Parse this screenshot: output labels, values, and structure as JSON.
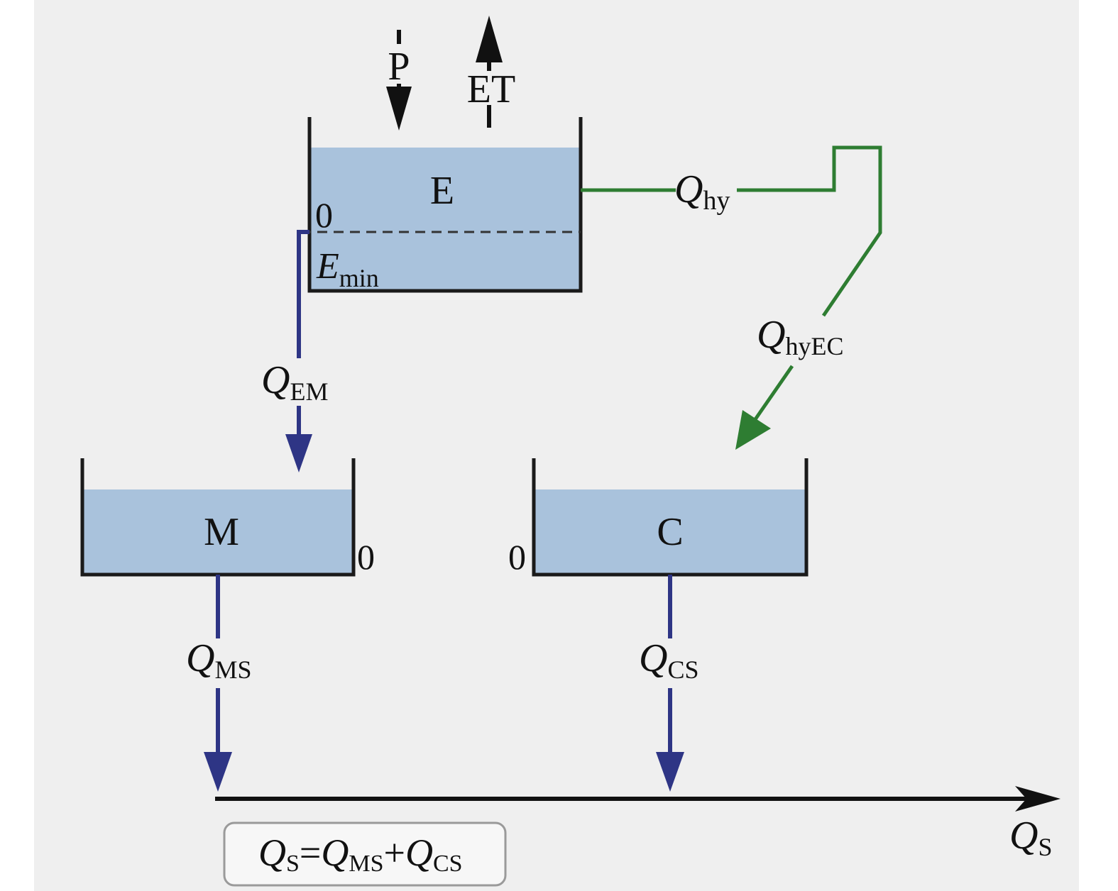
{
  "colors": {
    "background": "#efefef",
    "water": "#a9c2dc",
    "wall": "#1a1a1a",
    "blue_flow": "#2e3585",
    "green_flow": "#2e7d32",
    "black_flow": "#111111"
  },
  "reservoirs": {
    "E": {
      "name": "E",
      "zero": "0",
      "min_var": "E",
      "min_sub": "min"
    },
    "M": {
      "name": "M",
      "zero": "0"
    },
    "C": {
      "name": "C",
      "zero": "0"
    }
  },
  "inputs": {
    "precipitation": "P",
    "evapotranspiration": "ET"
  },
  "flows": {
    "hy": {
      "var": "Q",
      "sub": "hy"
    },
    "hyEC": {
      "var": "Q",
      "sub": "hyEC"
    },
    "EM": {
      "var": "Q",
      "sub": "EM"
    },
    "MS": {
      "var": "Q",
      "sub": "MS"
    },
    "CS": {
      "var": "Q",
      "sub": "CS"
    },
    "S": {
      "var": "Q",
      "sub": "S"
    }
  },
  "equation": {
    "lhs_var": "Q",
    "lhs_sub": "S",
    "eq": "=",
    "t1_var": "Q",
    "t1_sub": "MS",
    "plus": "+",
    "t2_var": "Q",
    "t2_sub": "CS"
  }
}
